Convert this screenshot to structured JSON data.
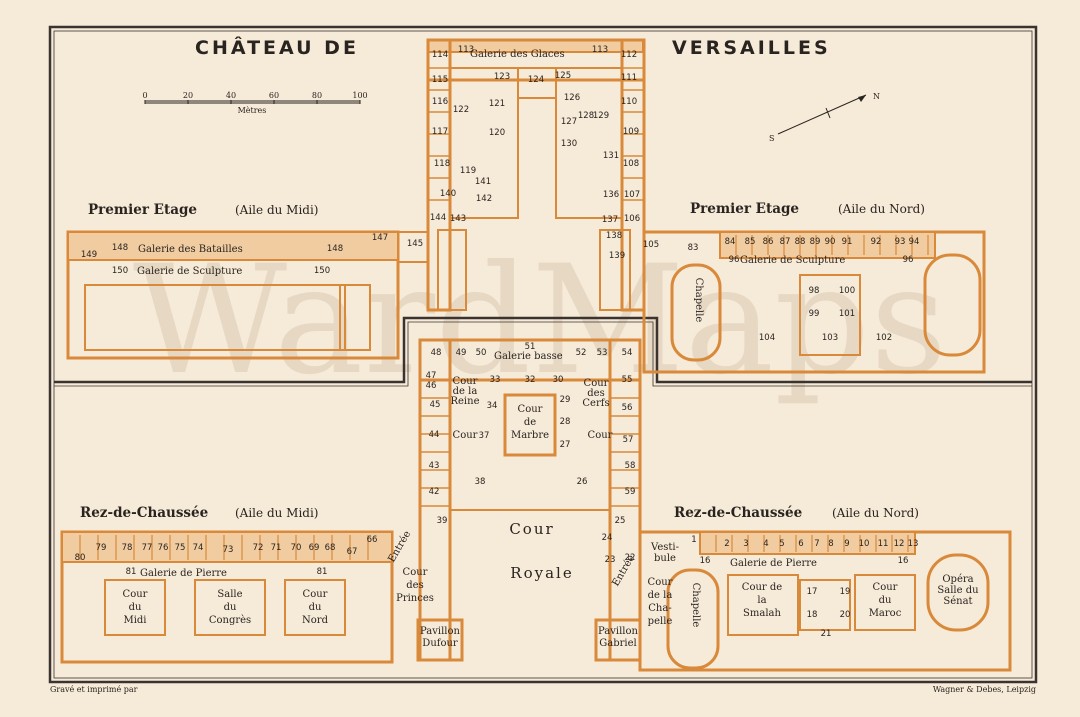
{
  "title_left": "CHÂTEAU DE",
  "title_right": "VERSAILLES",
  "scale": {
    "ticks": [
      "0",
      "20",
      "40",
      "60",
      "80",
      "100"
    ],
    "unit": "Mètres"
  },
  "compass": {
    "south": "S",
    "north": "N"
  },
  "sections": {
    "first_south": {
      "name": "Premier Etage",
      "wing": "(Aile du Midi)"
    },
    "first_north": {
      "name": "Premier Etage",
      "wing": "(Aile du Nord)"
    },
    "ground_south": {
      "name": "Rez-de-Chaussée",
      "wing": "(Aile du Midi)"
    },
    "ground_north": {
      "name": "Rez-de-Chaussée",
      "wing": "(Aile du Nord)"
    }
  },
  "galleries": {
    "glaces": "Galerie des Glaces",
    "batailles": "Galerie des Batailles",
    "sculpture_south": "Galerie de Sculpture",
    "sculpture_north": "Galerie de Sculpture",
    "basse": "Galerie basse",
    "pierre_south": "Galerie de Pierre",
    "pierre_north": "Galerie de Pierre"
  },
  "courts": {
    "royale_1": "Cour",
    "royale_2": "Royale",
    "marbre": [
      "Cour",
      "de",
      "Marbre"
    ],
    "reine": [
      "Cour",
      "de la",
      "Reine"
    ],
    "cerfs": [
      "Cour",
      "des",
      "Cerfs"
    ],
    "cour_small_a": "Cour",
    "cour_small_b": "Cour",
    "princes": [
      "Cour",
      "des",
      "Princes"
    ],
    "midi": [
      "Cour",
      "du",
      "Midi"
    ],
    "nord": [
      "Cour",
      "du",
      "Nord"
    ],
    "congres": [
      "Salle",
      "du",
      "Congrès"
    ],
    "smalah": [
      "Cour de",
      "la",
      "Smalah"
    ],
    "maroc": [
      "Cour",
      "du",
      "Maroc"
    ],
    "chapelle_court": [
      "Cour",
      "de la",
      "Cha-",
      "pelle"
    ],
    "chapelle_upper": "Chapelle",
    "chapelle_lower": "Chapelle",
    "opera": [
      "Opéra",
      "Salle du",
      "Sénat"
    ],
    "vestibule": [
      "Vesti-",
      "bule"
    ],
    "pavillon_dufour": [
      "Pavillon",
      "Dufour"
    ],
    "pavillon_gabriel": [
      "Pavillon",
      "Gabriel"
    ],
    "entree_a": "Entrée",
    "entree_b": "Entrée"
  },
  "footer": {
    "left": "Gravé et imprimé par",
    "right": "Wagner & Debes, Leipzig"
  },
  "watermark": "WardMaps",
  "colors": {
    "paper": "#f6ead8",
    "wall": "#d9893a",
    "ink": "#2a2420"
  },
  "rooms": {
    "first_center": [
      "114",
      "113",
      "113",
      "112",
      "115",
      "123",
      "124",
      "125",
      "111",
      "116",
      "122",
      "121",
      "126",
      "110",
      "128",
      "129",
      "117",
      "120",
      "127",
      "109",
      "130",
      "118",
      "119",
      "131",
      "108",
      "141",
      "136",
      "140",
      "142",
      "107",
      "144",
      "143",
      "137",
      "106",
      "145",
      "138",
      "139",
      "105"
    ],
    "first_south": [
      "149",
      "148",
      "148",
      "147",
      "150",
      "150"
    ],
    "first_north": [
      "83",
      "84",
      "85",
      "86",
      "87",
      "88",
      "89",
      "90",
      "91",
      "92",
      "93",
      "94",
      "96",
      "96",
      "98",
      "100",
      "99",
      "101",
      "104",
      "103",
      "102"
    ],
    "ground_center": [
      "51",
      "48",
      "49",
      "50",
      "52",
      "53",
      "54",
      "47",
      "46",
      "33",
      "32",
      "30",
      "55",
      "45",
      "34",
      "29",
      "56",
      "44",
      "37",
      "28",
      "57",
      "27",
      "43",
      "38",
      "58",
      "42",
      "26",
      "59",
      "39",
      "25",
      "24",
      "23",
      "22"
    ],
    "ground_south": [
      "80",
      "79",
      "78",
      "77",
      "76",
      "75",
      "74",
      "73",
      "72",
      "71",
      "70",
      "69",
      "68",
      "67",
      "66",
      "81",
      "81"
    ],
    "ground_north": [
      "1",
      "2",
      "3",
      "4",
      "5",
      "6",
      "7",
      "8",
      "9",
      "10",
      "11",
      "12",
      "13",
      "16",
      "16",
      "17",
      "19",
      "18",
      "20",
      "21"
    ]
  }
}
